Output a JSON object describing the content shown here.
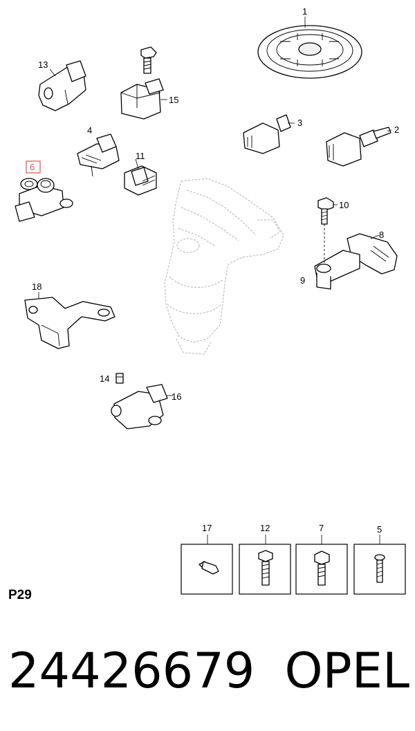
{
  "callouts": {
    "c1": "1",
    "c2": "2",
    "c3": "3",
    "c4": "4",
    "c5": "5",
    "c6": "6",
    "c7": "7",
    "c8": "8",
    "c9": "9",
    "c10": "10",
    "c11": "11",
    "c12": "12",
    "c13": "13",
    "c14": "14",
    "c15": "15",
    "c16": "16",
    "c17": "17",
    "c18": "18"
  },
  "highlight_color": "#e05050",
  "page_code": "P29",
  "footer": {
    "part_number": "24426679",
    "brand": "OPEL"
  }
}
